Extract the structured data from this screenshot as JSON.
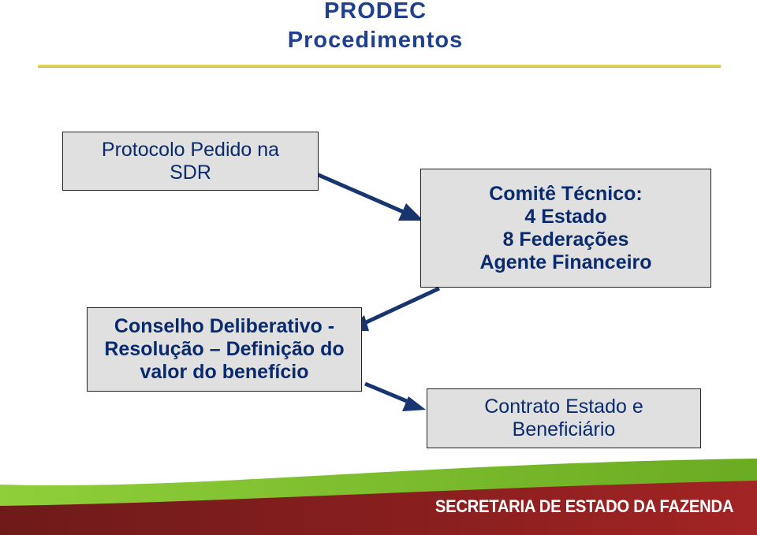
{
  "title": {
    "line1": "PRODEC",
    "line2": "Procedimentos"
  },
  "boxes": {
    "protocolo": {
      "lines": [
        "Protocolo Pedido na",
        "SDR"
      ]
    },
    "comite": {
      "lines": [
        "Comitê Técnico:",
        "4 Estado",
        "8 Federações",
        "Agente Financeiro"
      ]
    },
    "conselho": {
      "lines": [
        "Conselho Deliberativo -",
        "Resolução – Definição do",
        "valor do benefício"
      ]
    },
    "contrato": {
      "lines": [
        "Contrato Estado e",
        "Beneficiário"
      ]
    }
  },
  "footer": {
    "label": "SECRETARIA DE ESTADO DA FAZENDA"
  },
  "colors": {
    "title": "#1f3f8f",
    "arrow": "#17366f",
    "box_fill": "#e0e0e0",
    "footer_green": "#7bbf2a",
    "footer_red": "#8b1f1f"
  }
}
